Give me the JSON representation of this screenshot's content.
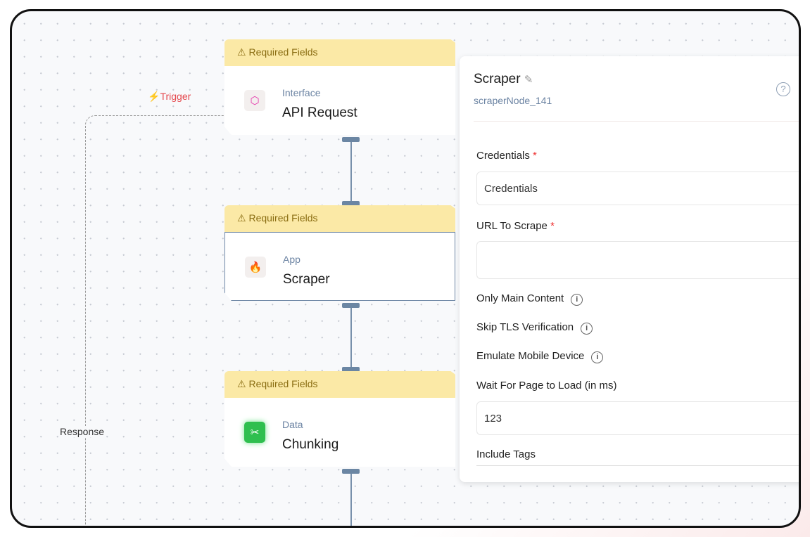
{
  "canvas": {
    "trigger_label": "Trigger",
    "response_label": "Response"
  },
  "nodes": [
    {
      "warning": "Required Fields",
      "category": "Interface",
      "title": "API Request",
      "icon": "graphql-icon"
    },
    {
      "warning": "Required Fields",
      "category": "App",
      "title": "Scraper",
      "icon": "flame-icon"
    },
    {
      "warning": "Required Fields",
      "category": "Data",
      "title": "Chunking",
      "icon": "scissors-icon"
    }
  ],
  "panel": {
    "title": "Scraper",
    "node_id": "scraperNode_141",
    "fields": {
      "credentials_label": "Credentials",
      "credentials_value": "Credentials",
      "url_label": "URL To Scrape",
      "url_value": "",
      "only_main": "Only Main Content",
      "skip_tls": "Skip TLS Verification",
      "emulate_mobile": "Emulate Mobile Device",
      "wait_label": "Wait For Page to Load (in ms)",
      "wait_value": "123",
      "include_tags": "Include Tags"
    }
  },
  "colors": {
    "warning_bg": "#fbe9a6",
    "trigger": "#e5484d",
    "accent": "#6b86a3"
  }
}
